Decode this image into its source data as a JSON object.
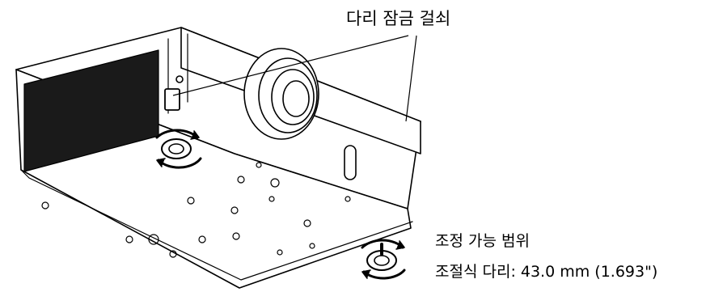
{
  "labels": {
    "leg_lock_latch": "다리 잠금 걸쇠",
    "adjustable_range": "조정 가능 범위",
    "adjustable_foot": "조절식 다리: 43.0 mm (1.693\")"
  }
}
